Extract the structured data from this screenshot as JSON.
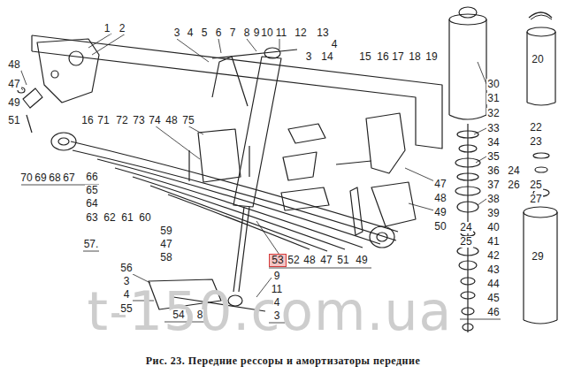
{
  "diagram": {
    "caption": "Рис. 23. Передние рессоры и амортизаторы передние",
    "nodes": [
      {
        "text": [
          "53"
        ]
      }
    ],
    "labels": [
      "1",
      "2",
      "3",
      "4",
      "5",
      "6",
      "7",
      "8",
      "9",
      "10",
      "11",
      "12",
      "13",
      "4",
      "3",
      "14",
      "15",
      "16",
      "17",
      "18",
      "19",
      "20",
      "48",
      "47",
      "49",
      "51",
      "16",
      "71",
      "72",
      "73",
      "74",
      "48",
      "75",
      "30",
      "31",
      "32",
      "22",
      "33",
      "23",
      "34",
      "35",
      "24",
      "36",
      "26",
      "25",
      "37",
      "27",
      "38",
      "39",
      "24",
      "40",
      "25",
      "41",
      "29",
      "42",
      "43",
      "44",
      "45",
      "46",
      "70",
      "69",
      "68",
      "67",
      "66",
      "65",
      "64",
      "63",
      "62",
      "61",
      "60",
      "59",
      "47",
      "57.",
      "58",
      "47",
      "48",
      "49",
      "50",
      "52",
      "48",
      "47",
      "51",
      "49",
      "56",
      "3",
      "4",
      "55",
      "54",
      "8",
      "9",
      "11",
      "4",
      "3",
      "t-150.com.ua"
    ]
  }
}
